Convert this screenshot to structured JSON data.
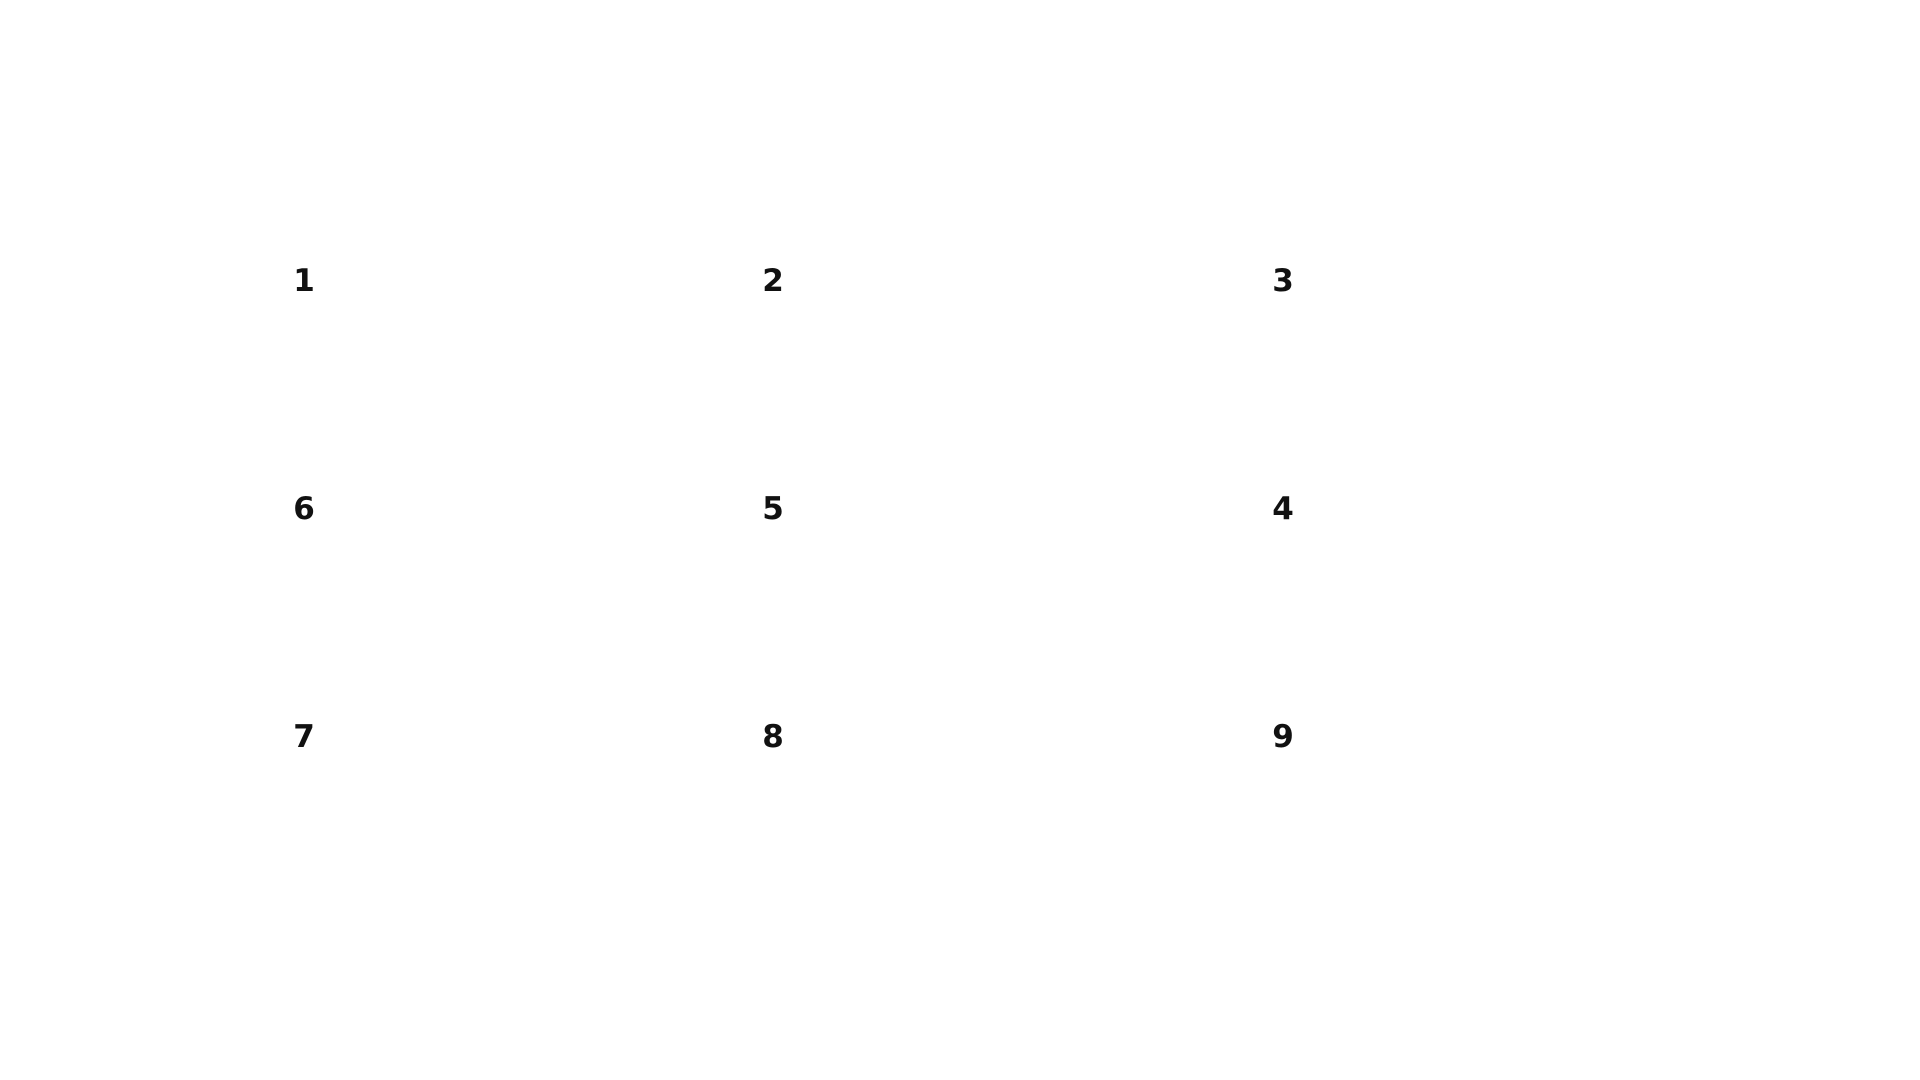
{
  "grid": {
    "rows": [
      [
        "1",
        "2",
        "3"
      ],
      [
        "6",
        "5",
        "4"
      ],
      [
        "7",
        "8",
        "9"
      ]
    ]
  },
  "colors": {
    "background": "#ffffff",
    "text": "#111111"
  }
}
